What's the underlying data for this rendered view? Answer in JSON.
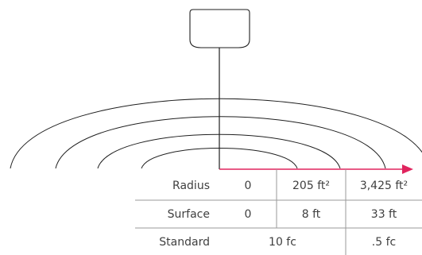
{
  "diagram": {
    "accent_color": "#e0245e",
    "line_color": "#1f1f1f",
    "grid_color": "#9a9a9a",
    "icon": "light-fixture-icon"
  },
  "table": {
    "rows": [
      {
        "label": "Radius",
        "cells": [
          "0",
          "205 ft²",
          "3,425 ft²"
        ]
      },
      {
        "label": "Surface",
        "cells": [
          "0",
          "8 ft",
          "33 ft"
        ]
      },
      {
        "label": "Standard",
        "cells": [
          "10 fc",
          ".5 fc"
        ]
      }
    ]
  }
}
